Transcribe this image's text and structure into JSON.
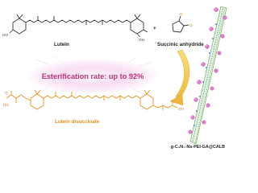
{
  "labels": {
    "reactant_1": "Lutein",
    "reactant_2": "Succinic anhydride",
    "plus_sign": "+",
    "rate": "Esterification rate: up to 92%",
    "product": "Lutein disuccinate",
    "catalyst": "g-C₃N₄-Ns-PEI-GA@CALB"
  },
  "atoms": {
    "hydroxyl": "HO",
    "oxygen": "O",
    "hydroxyl_right": "OH"
  },
  "colors": {
    "reactant_structure": "#333333",
    "product_structure": "#e8901e",
    "rate_text": "#b8327a",
    "glow": "#f3c4e9",
    "arrow": "#f2c94a",
    "sheet_green": "#5ea84c",
    "sheet_blue": "#4a8fd8",
    "enzyme_pink": "#e07ac8"
  }
}
